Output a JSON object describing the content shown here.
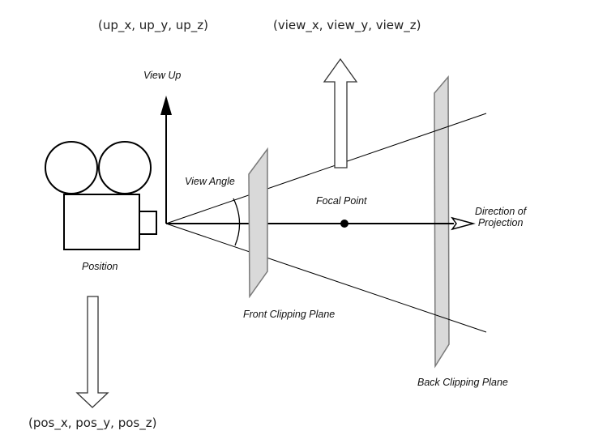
{
  "coords": {
    "up": "(up_x, up_y, up_z)",
    "view": "(view_x, view_y, view_z)",
    "pos": "(pos_x, pos_y, pos_z)"
  },
  "labels": {
    "view_up": "View Up",
    "view_angle": "View Angle",
    "focal_point": "Focal Point",
    "direction_of_projection": [
      "Direction of",
      "Projection"
    ],
    "position": "Position",
    "front_clipping_plane": "Front Clipping Plane",
    "back_clipping_plane": "Back Clipping Plane"
  },
  "colors": {
    "line": "#000000",
    "plane_fill": "#d9d9d9",
    "plane_stroke": "#7a7a7a",
    "arrow_outline": "#333333"
  }
}
